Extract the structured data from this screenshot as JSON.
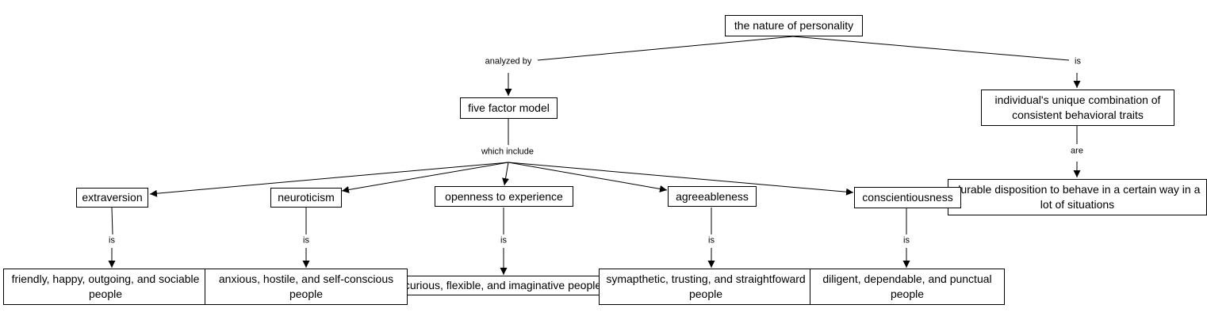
{
  "nodes": {
    "root": "the nature of personality",
    "ffm": "five factor model",
    "unique": "individual's unique combination of consistent behavioral traits",
    "durable": "durable disposition to behave in a certain way in a lot of situations",
    "extraversion": "extraversion",
    "neuroticism": "neuroticism",
    "openness": "openness to experience",
    "agreeableness": "agreeableness",
    "conscientiousness": "conscientiousness",
    "extraversion_def": "friendly, happy, outgoing, and sociable people",
    "neuroticism_def": "anxious, hostile, and self-conscious people",
    "openness_def": "curious, flexible, and imaginative people",
    "agreeableness_def": "symapthetic, trusting, and straightfoward people",
    "conscientiousness_def": "diligent, dependable, and punctual people"
  },
  "links": {
    "analyzed_by": "analyzed by",
    "is_root": "is",
    "are": "are",
    "which_include": "which include",
    "is_extraversion": "is",
    "is_neuroticism": "is",
    "is_openness": "is",
    "is_agreeableness": "is",
    "is_conscientiousness": "is"
  }
}
